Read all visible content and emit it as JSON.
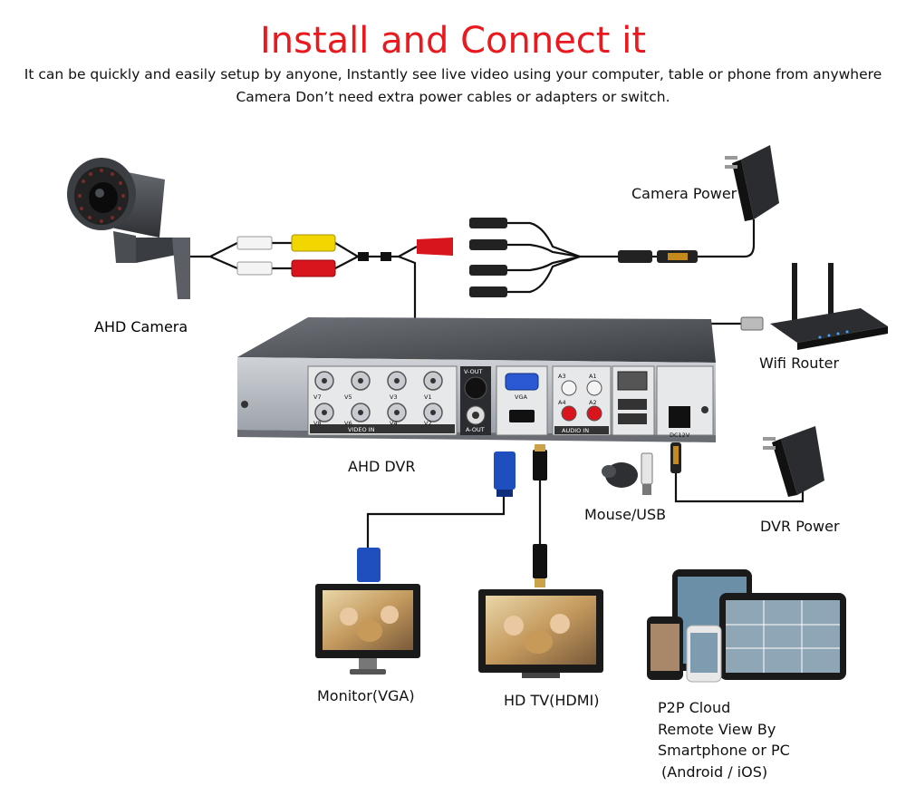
{
  "header": {
    "title": "Install and Connect it",
    "subtitle_line1": "It can be quickly and easily setup by anyone, Instantly see live video using your computer, table or phone from anywhere",
    "subtitle_line2": "Camera Don’t need extra power cables or adapters or switch."
  },
  "labels": {
    "ahd_camera": "AHD Camera",
    "camera_power": "Camera Power",
    "wifi_router": "Wifi Router",
    "ahd_dvr": "AHD DVR",
    "mouse_usb": "Mouse/USB",
    "dvr_power": "DVR Power",
    "monitor_vga": "Monitor(VGA)",
    "hd_tv_hdmi": "HD TV(HDMI)",
    "p2p_line1": "P2P Cloud",
    "p2p_line2": "Remote View By",
    "p2p_line3": "Smartphone or PC",
    "p2p_line4": "(Android / iOS)"
  },
  "dvr_panel": {
    "video_in_label": "VIDEO IN",
    "audio_in_label": "AUDIO IN",
    "vga_label": "VGA",
    "aout_label": "A-OUT",
    "vout_label": "V-OUT",
    "dc_label": "DC12V",
    "bnc_top": [
      "V7",
      "V5",
      "V3",
      "V1"
    ],
    "bnc_bottom": [
      "V8",
      "V6",
      "V4",
      "V2"
    ],
    "audio_top": [
      "A3",
      "A1"
    ],
    "audio_bottom": [
      "A4",
      "A2"
    ]
  },
  "colors": {
    "title_red": "#e8191f",
    "cable_black": "#111111",
    "rca_yellow": "#f2d600",
    "rca_red": "#d8141c",
    "vga_blue": "#1f4fbf"
  }
}
